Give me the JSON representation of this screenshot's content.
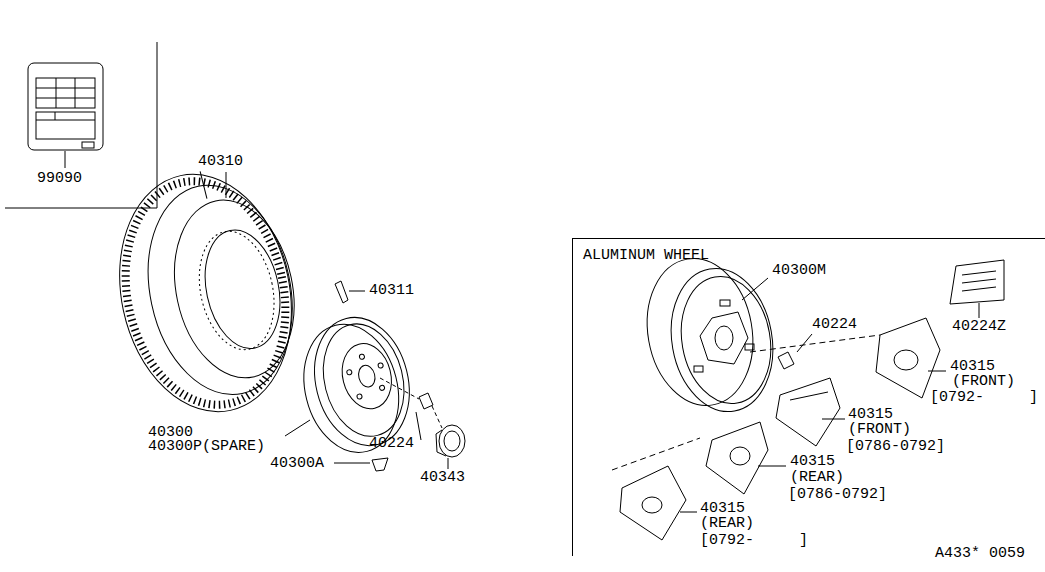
{
  "diagram": {
    "nodes": [
      {
        "text": [
          "ALUMINUM WHEEL"
        ]
      }
    ],
    "labels": [
      "99090",
      "40310",
      "40311",
      "40300",
      "40300P(SPARE)",
      "40224",
      "40300A",
      "40343",
      "40300M",
      "40224",
      "40224Z",
      "40315",
      "(FRONT)",
      "[0792-     ]",
      "40315",
      "(FRONT)",
      "[0786-0792]",
      "40315",
      "(REAR)",
      "[0786-0792]",
      "40315",
      "(REAR)",
      "[0792-     ]",
      "A433* 0059"
    ]
  }
}
